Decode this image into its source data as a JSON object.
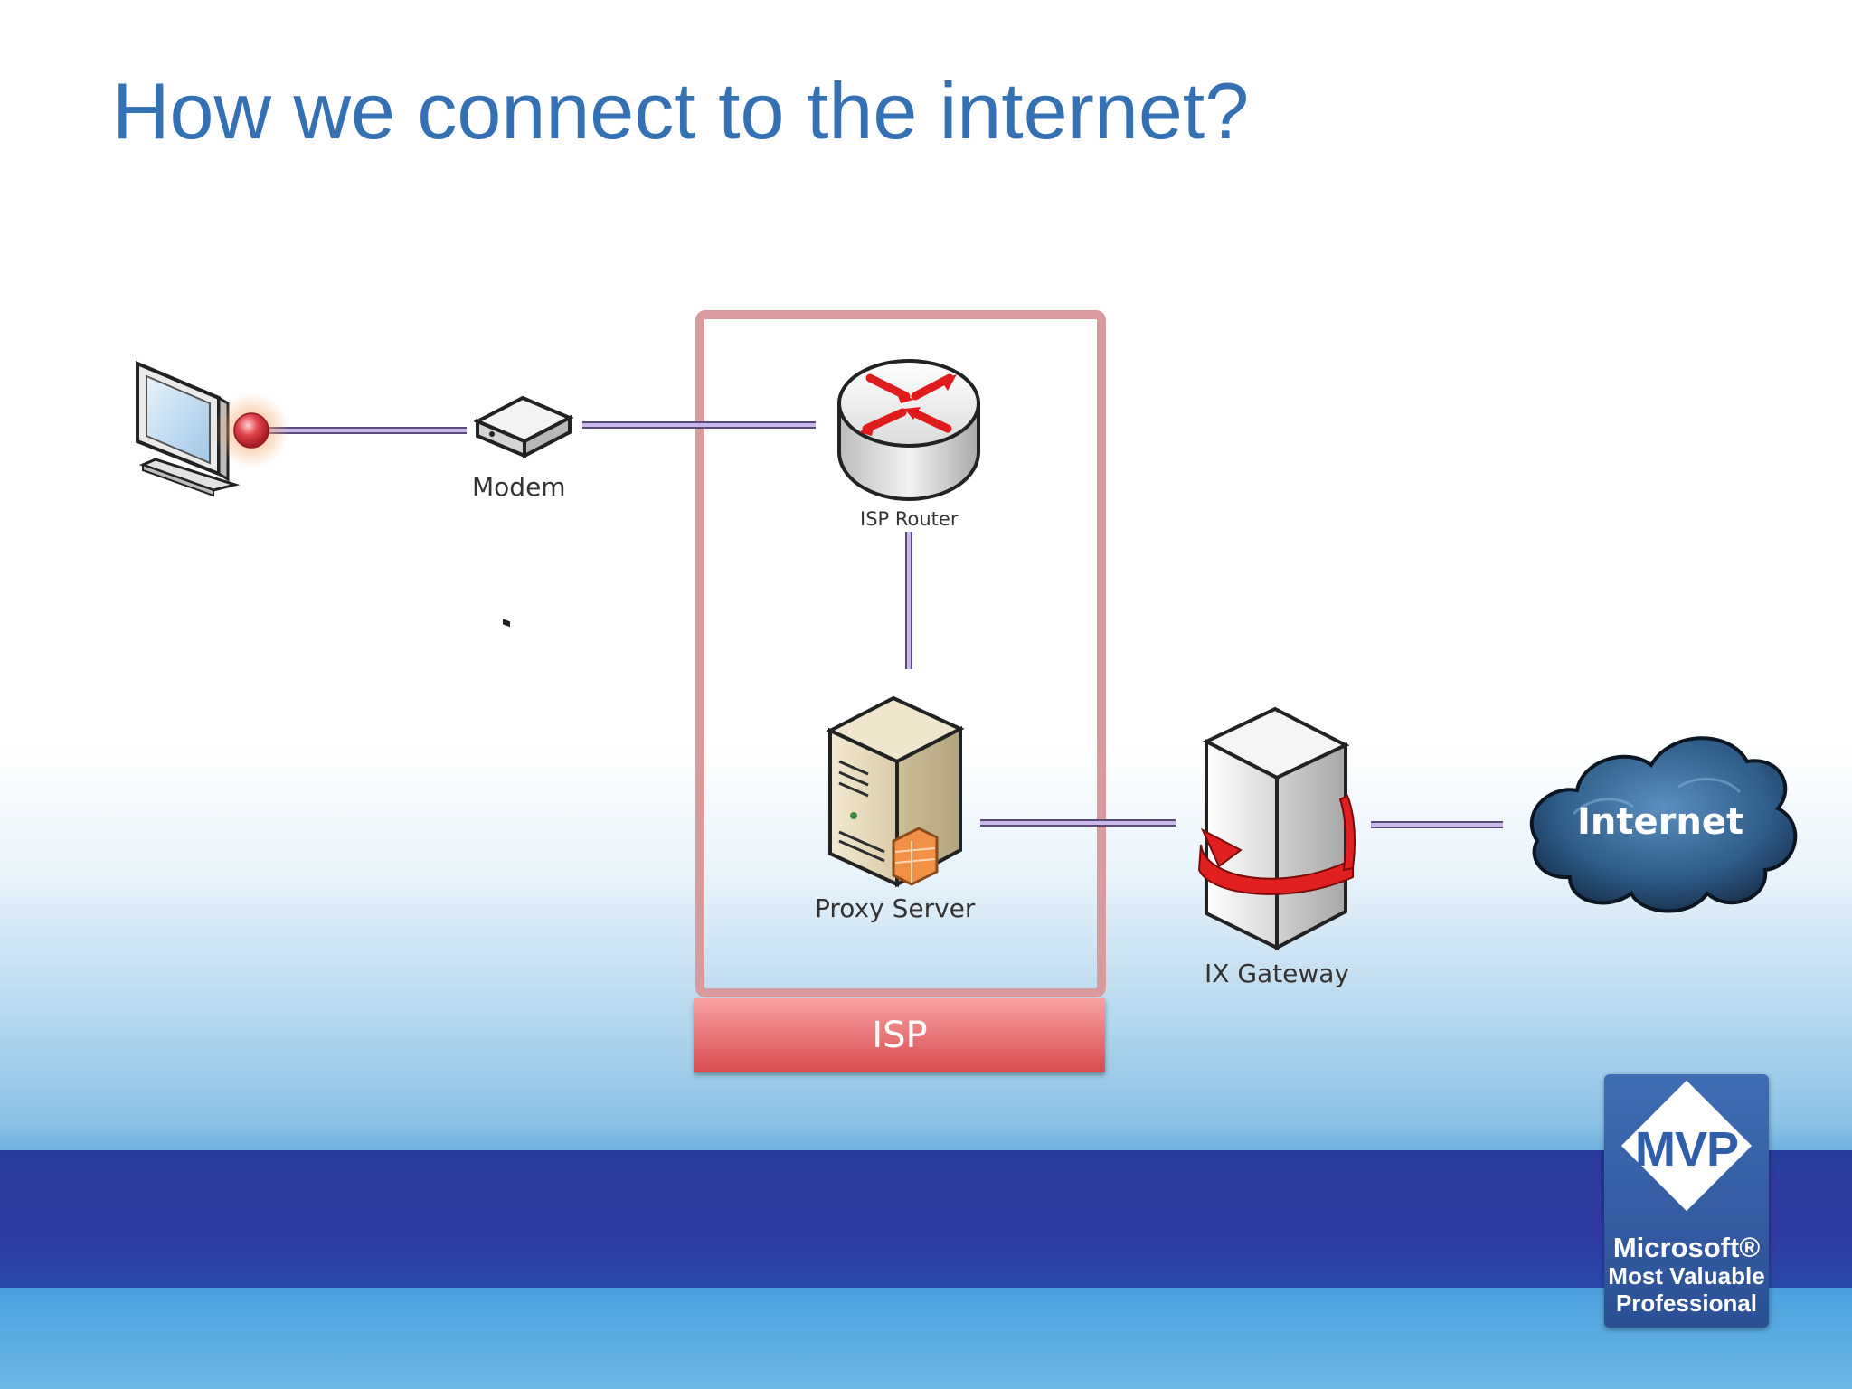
{
  "title": "How we connect to the internet?",
  "nodes": {
    "computer": {
      "label": ""
    },
    "modem": {
      "label": "Modem"
    },
    "isp_router": {
      "label": "ISP Router"
    },
    "proxy_server": {
      "label": "Proxy Server"
    },
    "ix_gateway": {
      "label": "IX Gateway"
    },
    "internet": {
      "label": "Internet"
    }
  },
  "groups": {
    "isp": {
      "label": "ISP"
    }
  },
  "edges": [
    {
      "from": "computer",
      "to": "modem"
    },
    {
      "from": "modem",
      "to": "isp_router"
    },
    {
      "from": "isp_router",
      "to": "proxy_server"
    },
    {
      "from": "proxy_server",
      "to": "ix_gateway"
    },
    {
      "from": "ix_gateway",
      "to": "internet"
    }
  ],
  "badge": {
    "letters": "MVP",
    "line1": "Microsoft®",
    "line2": "Most Valuable",
    "line3": "Professional"
  },
  "colors": {
    "title": "#3470b4",
    "connector": "#b9a6dc",
    "isp_frame": "#d89a9c",
    "isp_label_bg": "#e06366",
    "band": "#2f3aa0"
  }
}
